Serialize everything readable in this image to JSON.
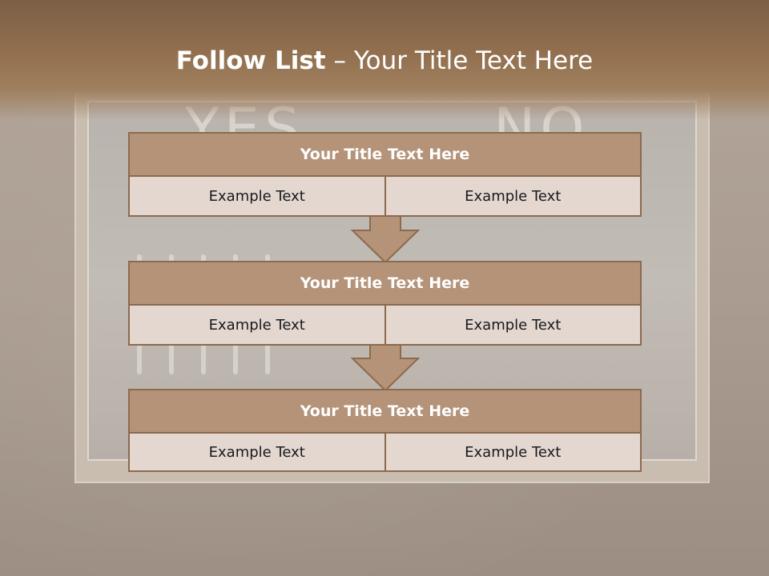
{
  "slide": {
    "title_bold": "Follow List",
    "title_rest": " – Your Title Text Here"
  },
  "background": {
    "chalk_left": "YES",
    "chalk_right": "NO"
  },
  "blocks": [
    {
      "title": "Your Title Text Here",
      "left": "Example Text",
      "right": "Example Text"
    },
    {
      "title": "Your Title Text Here",
      "left": "Example Text",
      "right": "Example Text"
    },
    {
      "title": "Your Title Text Here",
      "left": "Example Text",
      "right": "Example Text"
    }
  ],
  "colors": {
    "header_brown": "#92704f",
    "block_title": "#b49378",
    "block_border": "#8c6a4f",
    "cell_fill": "#e4d7d0",
    "arrow_fill": "#b49378"
  }
}
